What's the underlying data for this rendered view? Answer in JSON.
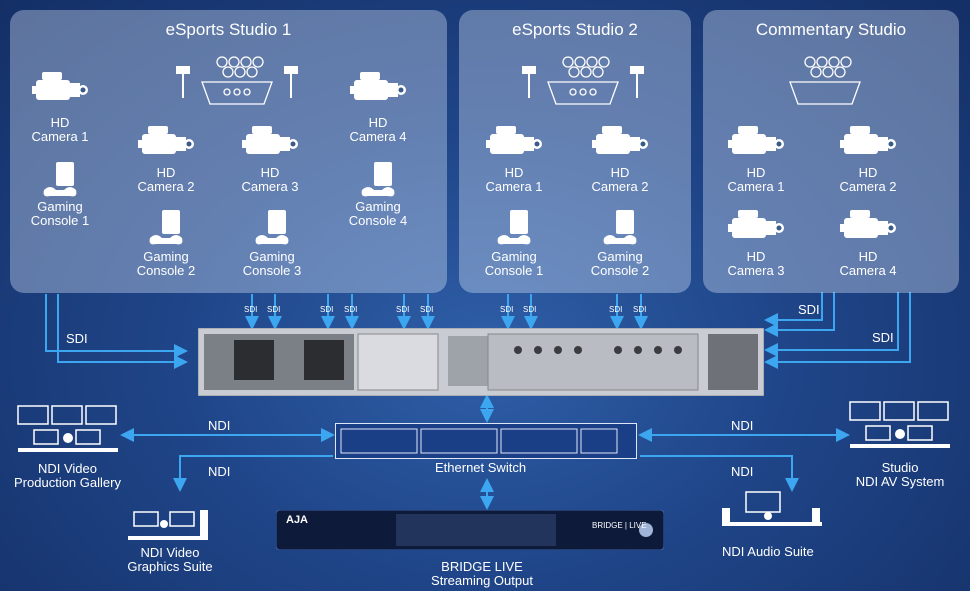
{
  "panels": {
    "studio1": {
      "title": "eSports Studio 1"
    },
    "studio2": {
      "title": "eSports Studio 2"
    },
    "commentary": {
      "title": "Commentary Studio"
    }
  },
  "studio1": {
    "cam1": {
      "line1": "HD",
      "line2": "Camera 1"
    },
    "cam2": {
      "line1": "HD",
      "line2": "Camera 2"
    },
    "cam3": {
      "line1": "HD",
      "line2": "Camera 3"
    },
    "cam4": {
      "line1": "HD",
      "line2": "Camera 4"
    },
    "con1": {
      "line1": "Gaming",
      "line2": "Console 1"
    },
    "con2": {
      "line1": "Gaming",
      "line2": "Console 2"
    },
    "con3": {
      "line1": "Gaming",
      "line2": "Console 3"
    },
    "con4": {
      "line1": "Gaming",
      "line2": "Console 4"
    }
  },
  "studio2": {
    "cam1": {
      "line1": "HD",
      "line2": "Camera 1"
    },
    "cam2": {
      "line1": "HD",
      "line2": "Camera 2"
    },
    "con1": {
      "line1": "Gaming",
      "line2": "Console 1"
    },
    "con2": {
      "line1": "Gaming",
      "line2": "Console 2"
    }
  },
  "commentary": {
    "cam1": {
      "line1": "HD",
      "line2": "Camera 1"
    },
    "cam2": {
      "line1": "HD",
      "line2": "Camera 2"
    },
    "cam3": {
      "line1": "HD",
      "line2": "Camera 3"
    },
    "cam4": {
      "line1": "HD",
      "line2": "Camera 4"
    }
  },
  "links": {
    "sdi": "SDI",
    "ndi": "NDI"
  },
  "nodes": {
    "switch": {
      "label": "Ethernet Switch"
    },
    "gallery": {
      "line1": "NDI Video",
      "line2": "Production Gallery"
    },
    "graphics": {
      "line1": "NDI Video",
      "line2": "Graphics Suite"
    },
    "studio_av": {
      "line1": "Studio",
      "line2": "NDI AV System"
    },
    "audio": {
      "label": "NDI Audio Suite"
    },
    "bridge": {
      "line1": "BRIDGE LIVE",
      "line2": "Streaming Output",
      "brand": "AJA",
      "badge": "BRIDGE | LIVE"
    }
  },
  "colors": {
    "wire": "#3da6f0",
    "panel": "#d6e2f6",
    "background": "#1f4588"
  },
  "icons": [
    "camera-icon",
    "gaming-console-icon",
    "studio-stage-icon",
    "server-rack-icon",
    "ethernet-switch-icon",
    "workstation-icon",
    "streaming-appliance-icon"
  ]
}
